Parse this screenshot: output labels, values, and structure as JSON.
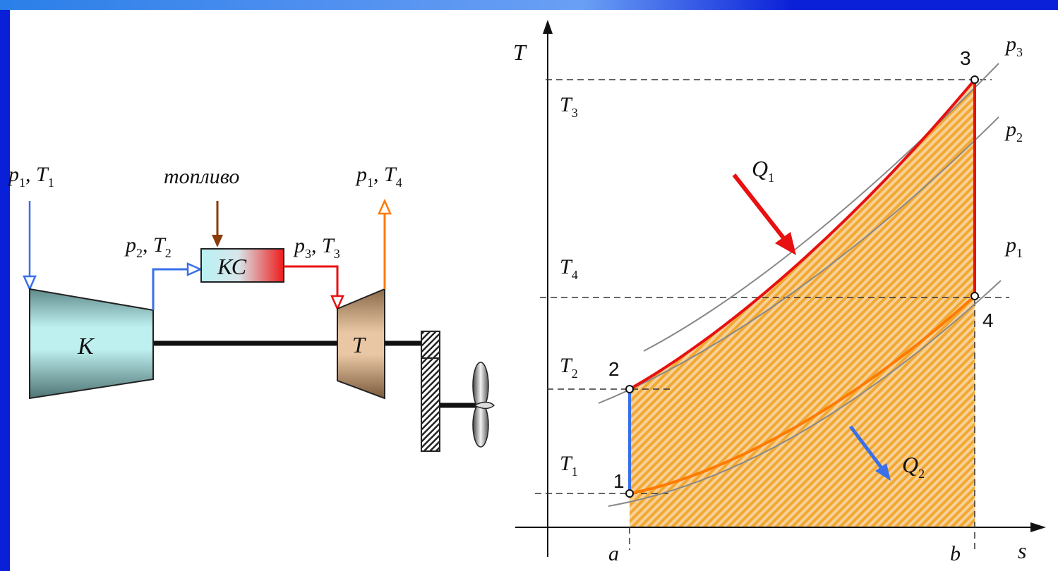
{
  "scheme": {
    "inlet_label": "p",
    "inlet_sub1": "1",
    "inlet_T": "T",
    "inlet_sub2": "1",
    "fuel_label": "топливо",
    "compressor_out_p": "p",
    "compressor_out_p_sub": "2",
    "compressor_out_T": "T",
    "compressor_out_T_sub": "2",
    "combustor_label": "КС",
    "turbine_in_p": "p",
    "turbine_in_p_sub": "3",
    "turbine_in_T": "T",
    "turbine_in_T_sub": "3",
    "exhaust_p": "p",
    "exhaust_p_sub": "1",
    "exhaust_T": "T",
    "exhaust_T_sub": "4",
    "compressor_label": "К",
    "turbine_label": "Т"
  },
  "ts_diagram": {
    "y_axis": "T",
    "x_axis": "s",
    "t3": "T",
    "t3_sub": "3",
    "t4": "T",
    "t4_sub": "4",
    "t2": "T",
    "t2_sub": "2",
    "t1": "T",
    "t1_sub": "1",
    "p3": "p",
    "p3_sub": "3",
    "p2": "p",
    "p2_sub": "2",
    "p1": "p",
    "p1_sub": "1",
    "q1": "Q",
    "q1_sub": "1",
    "q2": "Q",
    "q2_sub": "2",
    "pt1": "1",
    "pt2": "2",
    "pt3": "3",
    "pt4": "4",
    "a": "a",
    "b": "b"
  },
  "colors": {
    "blue": "#3a6fe8",
    "red": "#e81010",
    "orange": "#ff7a00",
    "brown": "#8b3a0a",
    "hatch": "#f2a830"
  }
}
